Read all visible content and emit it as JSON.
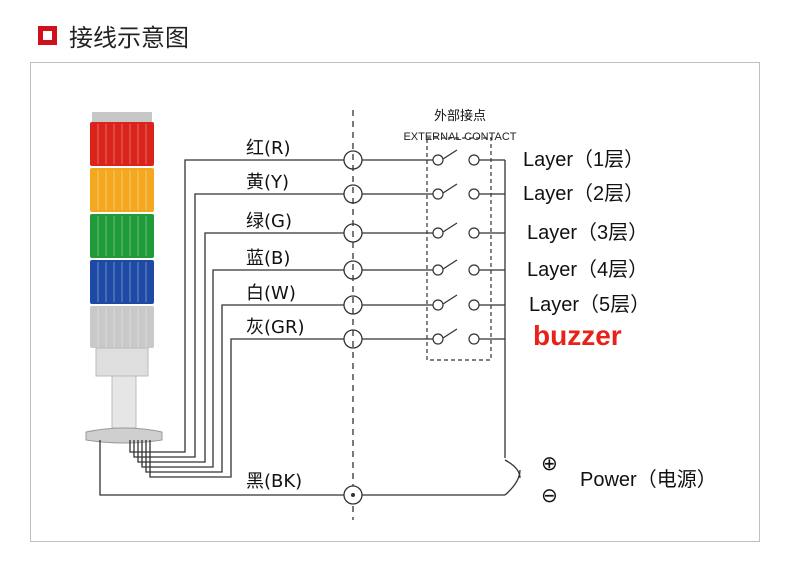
{
  "header": {
    "title": "接线示意图"
  },
  "diagram": {
    "external_contact_cn": "外部接点",
    "external_contact_en": "EXTERNAL CONTACT",
    "wires": [
      {
        "label": "红(R)",
        "layer": "Layer（1层）",
        "color": "#d9231b"
      },
      {
        "label": "黄(Y)",
        "layer": "Layer（2层）",
        "color": "#f3a81f"
      },
      {
        "label": "绿(G)",
        "layer": "Layer（3层）",
        "color": "#1f9b3a"
      },
      {
        "label": "蓝(B)",
        "layer": "Layer（4层）",
        "color": "#1e4aa6"
      },
      {
        "label": "白(W)",
        "layer": "Layer（5层）",
        "color": "#c9c9c9"
      },
      {
        "label": "灰(GR)",
        "layer": "buzzer",
        "color": "#e8e8e8"
      }
    ],
    "common_label": "黑(BK)",
    "power_label": "Power（电源）",
    "plus_symbol": "⊕",
    "minus_symbol": "⊖"
  }
}
